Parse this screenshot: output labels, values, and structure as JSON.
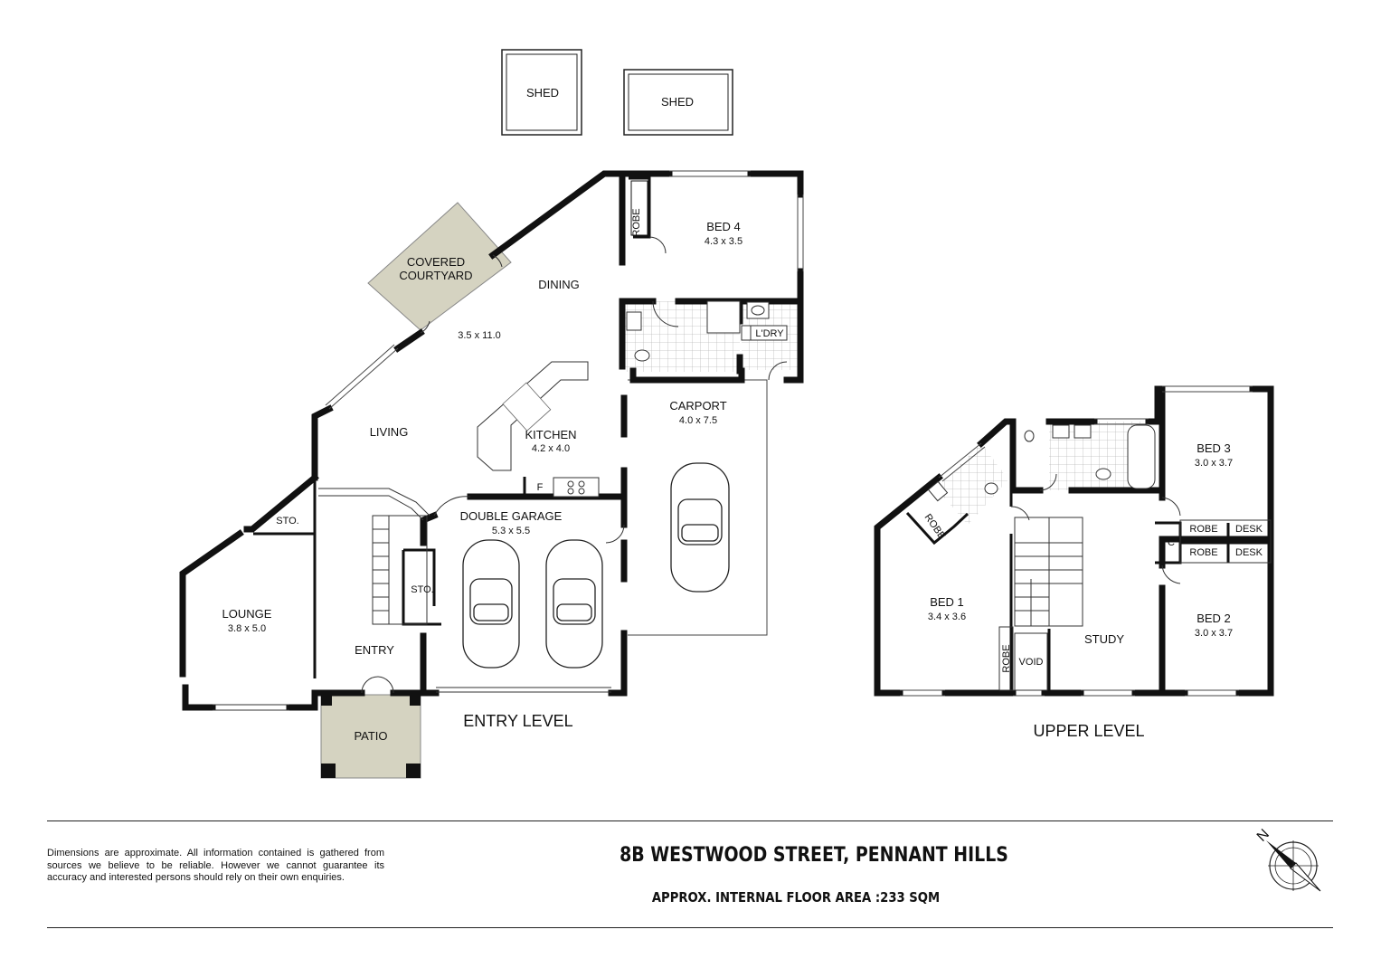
{
  "property": {
    "address": "8B WESTWOOD STREET, PENNANT HILLS",
    "floor_area": "APPROX. INTERNAL FLOOR AREA :233 SQM"
  },
  "disclaimer": "Dimensions are approximate. All information contained is gathered from sources we believe to be reliable. However we cannot guarantee its accuracy and interested persons should rely on their own enquiries.",
  "levels": {
    "entry": "ENTRY LEVEL",
    "upper": "UPPER LEVEL"
  },
  "outbuildings": {
    "shed_1": "SHED",
    "shed_2": "SHED"
  },
  "entry_level_rooms": {
    "covered_courtyard_1": "COVERED",
    "covered_courtyard_2": "COURTYARD",
    "dining": "DINING",
    "living_dining_size": "3.5 x 11.0",
    "living": "LIVING",
    "kitchen": "KITCHEN",
    "kitchen_size": "4.2 x 4.0",
    "bed4": "BED 4",
    "bed4_size": "4.3 x 3.5",
    "robe": "ROBE",
    "laundry": "L'DRY",
    "carport": "CARPORT",
    "carport_size": "4.0 x 7.5",
    "fridge": "F",
    "double_garage": "DOUBLE GARAGE",
    "double_garage_size": "5.3 x 5.5",
    "storage_1": "STO.",
    "storage_2": "STO.",
    "lounge": "LOUNGE",
    "lounge_size": "3.8 x 5.0",
    "entry": "ENTRY",
    "patio": "PATIO"
  },
  "upper_level_rooms": {
    "bed3": "BED 3",
    "bed3_size": "3.0 x 3.7",
    "bed2": "BED 2",
    "bed2_size": "3.0 x 3.7",
    "bed1": "BED 1",
    "bed1_size": "3.4 x 3.6",
    "study": "STUDY",
    "robe_bed1": "ROBE",
    "robe_2": "ROBE",
    "robe_bed3": "ROBE",
    "robe_bed2": "ROBE",
    "desk_bed3": "DESK",
    "desk_bed2": "DESK",
    "cupboard": "C",
    "void": "VOID"
  },
  "compass": {
    "north": "N"
  },
  "colors": {
    "wall": "#111111",
    "outdoor_fill": "#d5d3c1",
    "tile_grid": "#bbbbbb"
  }
}
